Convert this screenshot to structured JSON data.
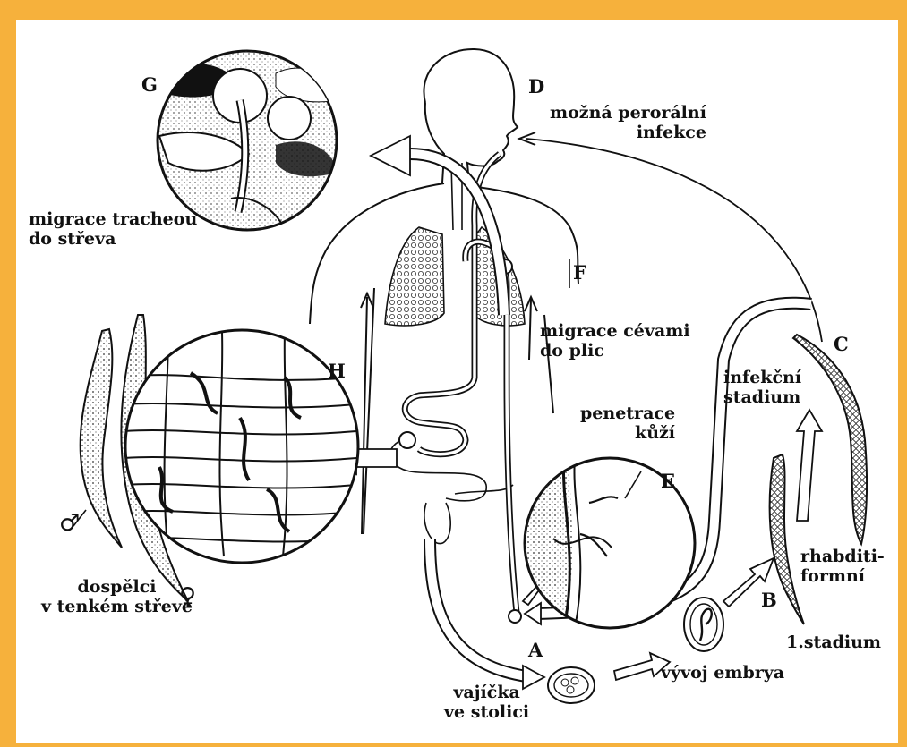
{
  "frame_color": "#F6B13C",
  "letters": {
    "A": "A",
    "B": "B",
    "C": "C",
    "D": "D",
    "E": "E",
    "F": "F",
    "G": "G",
    "H": "H"
  },
  "labels": {
    "oral_infection": "možná perorální\ninfekce",
    "tracheal_migration": "migrace tracheou\ndo střeva",
    "vessel_migration": "migrace cévami\ndo plic",
    "skin_penetration": "penetrace\nkůží",
    "infective_stage": "infekční\nstadium",
    "rhabditiform": "rhabditi-\nformní",
    "first_stage": "1.stadium",
    "embryo_development": "vývoj embrya",
    "eggs_in_stool": "vajíčka\nve stolici",
    "adults_small_intestine": "dospělci\nv tenkém střevě"
  },
  "symbols": {
    "male": "♂",
    "female": "♀"
  }
}
